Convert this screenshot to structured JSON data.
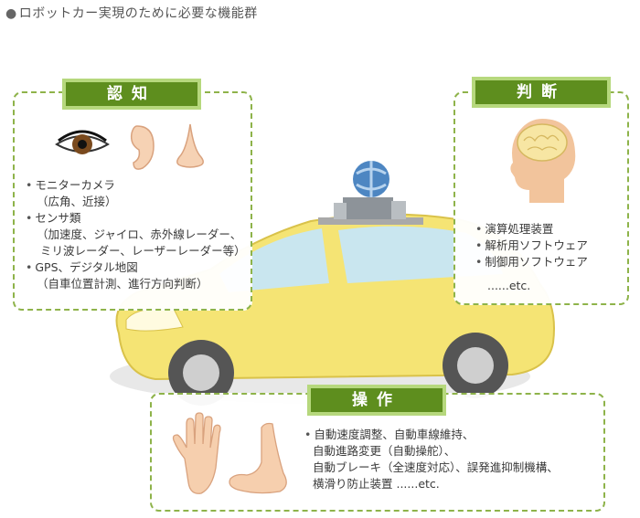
{
  "heading": {
    "dot": "●",
    "text": "ロボットカー実現のために必要な機能群"
  },
  "recognition": {
    "badge": "認知",
    "items": [
      {
        "label": "モニターカメラ",
        "detail": "（広角、近接）"
      },
      {
        "label": "センサ類",
        "detail": "（加速度、ジャイロ、赤外線レーダー、",
        "detail2": "ミリ波レーダー、レーザーレーダー等）"
      },
      {
        "label": "GPS、デジタル地図",
        "detail": "（自車位置計測、進行方向判断）"
      }
    ],
    "icons": [
      "eye-icon",
      "ear-icon",
      "nose-icon"
    ]
  },
  "judgment": {
    "badge": "判断",
    "items": [
      "演算処理装置",
      "解析用ソフトウェア",
      "制御用ソフトウェア"
    ],
    "etc": "......etc.",
    "icons": [
      "head-brain-icon"
    ]
  },
  "operation": {
    "badge": "操作",
    "lines": [
      "自動速度調整、自動車線維持、",
      "自動進路変更（自動操舵）、",
      "自動ブレーキ（全速度対応）、誤発進抑制機構、",
      "横滑り防止装置 ......etc."
    ],
    "icons": [
      "hand-icon",
      "foot-icon"
    ]
  },
  "colors": {
    "badge_bg": "#5e8e1e",
    "badge_border": "#b6d87d",
    "panel_border": "#8eb34a",
    "car_body": "#f7e67a"
  }
}
